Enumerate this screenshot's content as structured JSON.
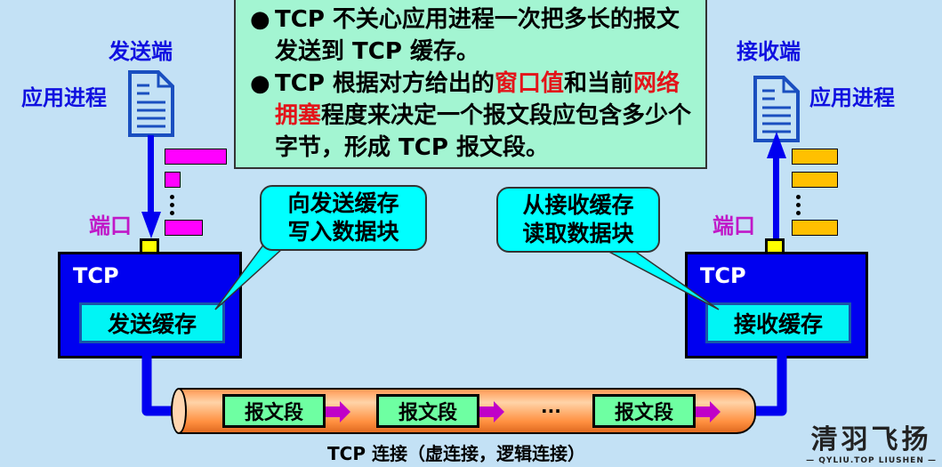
{
  "note": {
    "bullet1": {
      "text": "TCP 不关心应用进程一次把多长的报文",
      "text2": "发送到 TCP 缓存。"
    },
    "bullet2": {
      "part1": "TCP 根据对方给出的",
      "red1": "窗口值",
      "part2": "和当前",
      "red2": "网络",
      "red3": "拥塞",
      "part3": "程度来决定一个报文段应包含多少个",
      "line3": "字节，形成 TCP 报文段。"
    },
    "bullet_glyph": "●"
  },
  "sender": {
    "title": "发送端",
    "app_label": "应用进程",
    "port_label": "端口",
    "tcp_label": "TCP",
    "buffer_label": "发送缓存",
    "bubble_line1": "向发送缓存",
    "bubble_line2": "写入数据块"
  },
  "receiver": {
    "title": "接收端",
    "app_label": "应用进程",
    "port_label": "端口",
    "tcp_label": "TCP",
    "buffer_label": "接收缓存",
    "bubble_line1": "从接收缓存",
    "bubble_line2": "读取数据块"
  },
  "connection": {
    "segments": [
      "报文段",
      "报文段",
      "报文段"
    ],
    "ellipsis": "···",
    "caption": "TCP 连接（虚连接，逻辑连接）"
  },
  "watermark": {
    "title": "清羽飞扬",
    "subtitle": "— QYLIU.TOP   LIUSHEN —"
  },
  "colors": {
    "background": "#c3e1f5",
    "note_bg": "#a3f5d2",
    "tcp_box": "#0000f0",
    "buffer": "#00f5f5",
    "segment": "#6effa2",
    "pipe": "#ff9040",
    "sender_packets": "#ff00ff",
    "receiver_packets": "#ffc000",
    "highlight_red": "#e3141a"
  }
}
